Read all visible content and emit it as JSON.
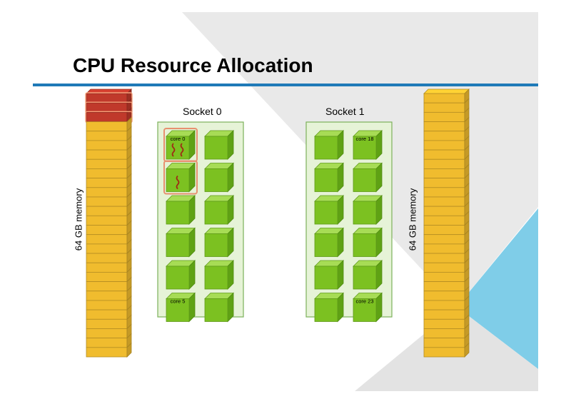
{
  "title": "CPU Resource Allocation",
  "colors": {
    "accent_rule": "#1f7ab8",
    "memory_block": "#f0bc2e",
    "memory_allocated": "#c0392b",
    "core_fill": "#7cc121",
    "socket_fill": "#e6f3d7",
    "socket_border": "#7cb15a",
    "bg_gray": "#e8e8e8",
    "bg_blue": "#7fcde8"
  },
  "memory_left": {
    "label": "64 GB memory",
    "blocks": 28,
    "allocated_blocks": 3
  },
  "memory_right": {
    "label": "64 GB memory",
    "blocks": 28,
    "allocated_blocks": 0
  },
  "sockets": [
    {
      "label": "Socket 0",
      "cores": [
        {
          "label": "core 0",
          "busy": true,
          "threads": 2
        },
        {
          "label": "",
          "busy": false,
          "threads": 0
        },
        {
          "label": "",
          "busy": true,
          "threads": 1
        },
        {
          "label": "",
          "busy": false,
          "threads": 0
        },
        {
          "label": "",
          "busy": false,
          "threads": 0
        },
        {
          "label": "",
          "busy": false,
          "threads": 0
        },
        {
          "label": "",
          "busy": false,
          "threads": 0
        },
        {
          "label": "",
          "busy": false,
          "threads": 0
        },
        {
          "label": "",
          "busy": false,
          "threads": 0
        },
        {
          "label": "",
          "busy": false,
          "threads": 0
        },
        {
          "label": "core 5",
          "busy": false,
          "threads": 0
        },
        {
          "label": "",
          "busy": false,
          "threads": 0
        }
      ]
    },
    {
      "label": "Socket 1",
      "cores": [
        {
          "label": "",
          "busy": false,
          "threads": 0
        },
        {
          "label": "core 18",
          "busy": false,
          "threads": 0
        },
        {
          "label": "",
          "busy": false,
          "threads": 0
        },
        {
          "label": "",
          "busy": false,
          "threads": 0
        },
        {
          "label": "",
          "busy": false,
          "threads": 0
        },
        {
          "label": "",
          "busy": false,
          "threads": 0
        },
        {
          "label": "",
          "busy": false,
          "threads": 0
        },
        {
          "label": "",
          "busy": false,
          "threads": 0
        },
        {
          "label": "",
          "busy": false,
          "threads": 0
        },
        {
          "label": "",
          "busy": false,
          "threads": 0
        },
        {
          "label": "",
          "busy": false,
          "threads": 0
        },
        {
          "label": "core 23",
          "busy": false,
          "threads": 0
        }
      ]
    }
  ]
}
